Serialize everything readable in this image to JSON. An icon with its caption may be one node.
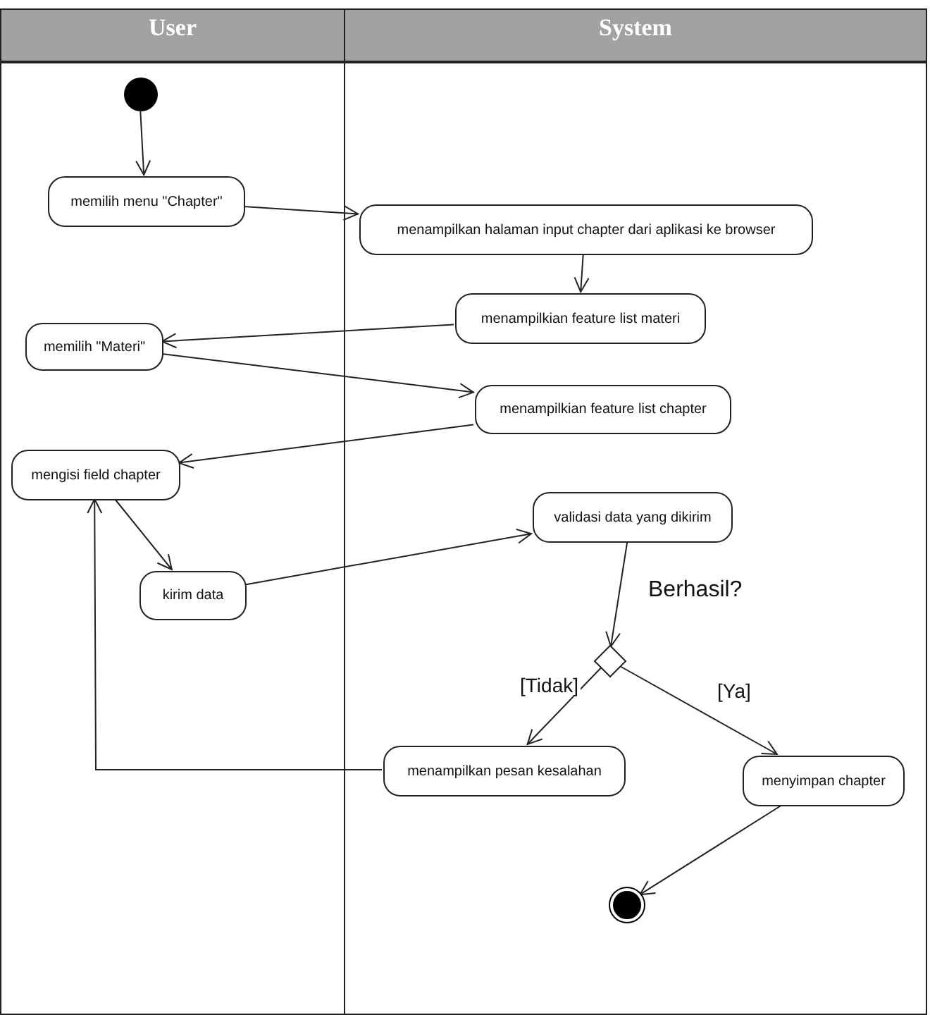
{
  "diagram": {
    "nodes": [
      {
        "text": [
          "User"
        ]
      },
      {
        "text": [
          "System"
        ]
      },
      {
        "text": [],
        "shape": "circle",
        "in": 0
      },
      {
        "text": [
          "memilih menu \"Chapter\""
        ],
        "in": 0
      },
      {
        "text": [
          "menampilkan halaman input chapter dari aplikasi ke browser"
        ],
        "in": 1
      },
      {
        "text": [
          "menampilkian feature list materi"
        ],
        "in": 1
      },
      {
        "text": [
          "memilih \"Materi\""
        ],
        "in": 0
      },
      {
        "text": [
          "menampilkian feature list chapter"
        ],
        "in": 1
      },
      {
        "text": [
          "mengisi field chapter"
        ],
        "in": 0
      },
      {
        "text": [
          "validasi data yang dikirim"
        ],
        "in": 1
      },
      {
        "text": [
          "kirim data"
        ],
        "in": 0
      },
      {
        "text": [],
        "shape": "diamond",
        "in": 1,
        "beside": [
          "Berhasil?"
        ]
      },
      {
        "text": [
          "menampilkan pesan kesalahan"
        ],
        "in": 1
      },
      {
        "text": [
          "menyimpan chapter"
        ],
        "in": 1
      },
      {
        "text": [],
        "shape": "circle",
        "in": 1
      }
    ],
    "edges": [
      {
        "from": 2,
        "to": 3,
        "arrow": "to"
      },
      {
        "from": 3,
        "to": 4,
        "arrow": "to"
      },
      {
        "from": 4,
        "to": 5,
        "arrow": "to"
      },
      {
        "from": 5,
        "to": 6,
        "arrow": "to"
      },
      {
        "from": 6,
        "to": 7,
        "arrow": "to"
      },
      {
        "from": 7,
        "to": 8,
        "arrow": "to"
      },
      {
        "from": 8,
        "to": 10,
        "arrow": "to"
      },
      {
        "from": 10,
        "to": 9,
        "arrow": "to"
      },
      {
        "from": 9,
        "to": 11,
        "arrow": "to"
      },
      {
        "from": 11,
        "to": 12,
        "arrow": "to",
        "label": "[Tidak]"
      },
      {
        "from": 11,
        "to": 13,
        "arrow": "to",
        "label": "[Ya]"
      },
      {
        "from": 12,
        "to": 8,
        "arrow": "to"
      },
      {
        "from": 13,
        "to": 14,
        "arrow": "to"
      }
    ]
  }
}
